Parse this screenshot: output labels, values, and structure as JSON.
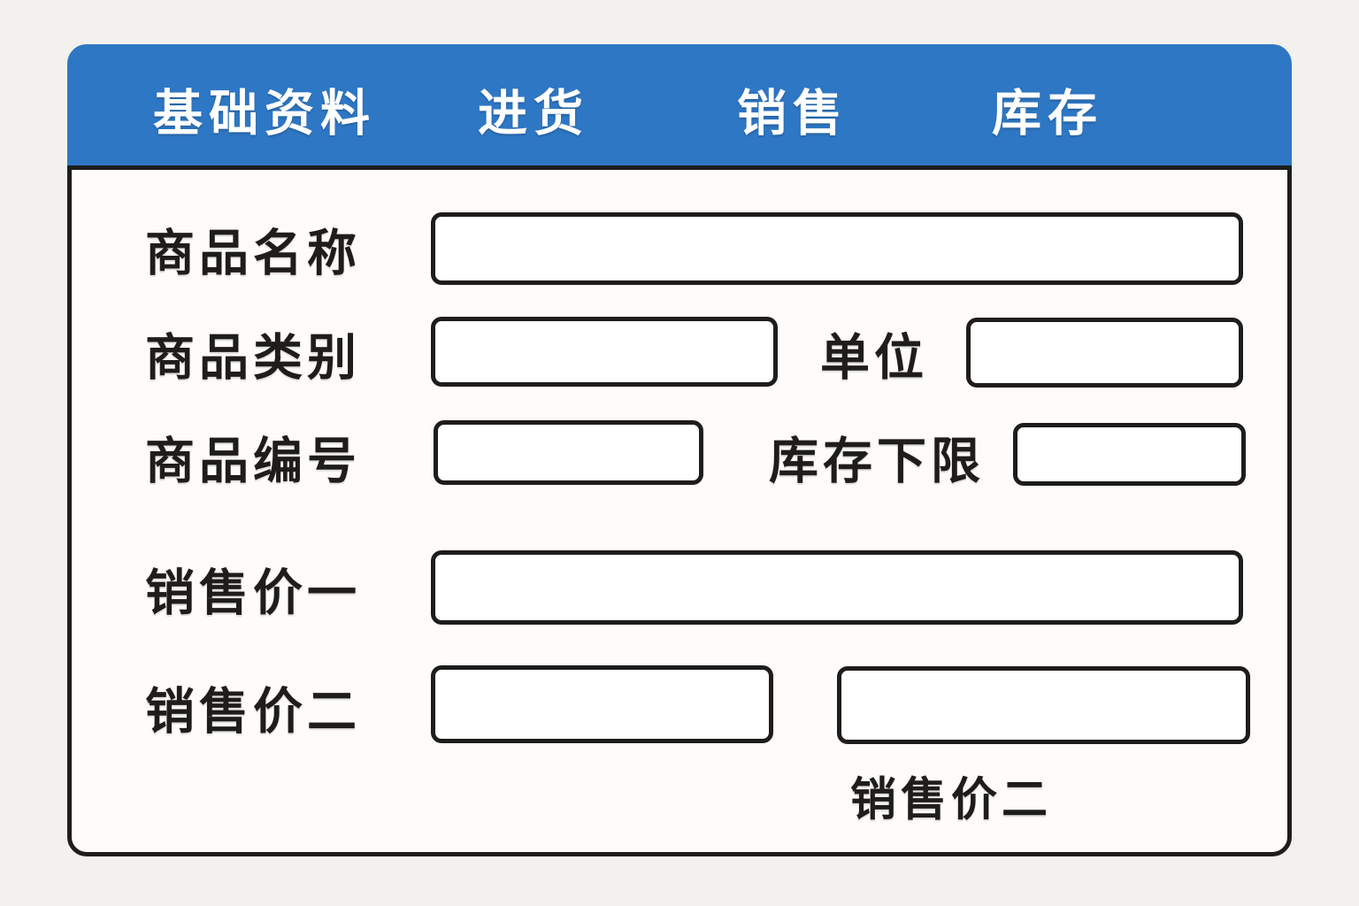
{
  "window": {
    "colors": {
      "page_background": "#f3f1ee",
      "header_blue": "#2e77c4",
      "panel_background": "#fdfcfa",
      "line_color": "#1e1d1b",
      "tab_text": "#ffffff"
    },
    "tabs": [
      {
        "label": "基础资料"
      },
      {
        "label": "进货"
      },
      {
        "label": "销售"
      },
      {
        "label": "库存"
      }
    ]
  },
  "form": {
    "product_name": {
      "label": "商品名称",
      "value": ""
    },
    "product_category": {
      "label": "商品类别",
      "value": ""
    },
    "unit": {
      "label": "单位",
      "value": ""
    },
    "product_code": {
      "label": "商品编号",
      "value": ""
    },
    "stock_lower_limit": {
      "label": "库存下限",
      "value": ""
    },
    "sales_price_1": {
      "label": "销售价一",
      "value": ""
    },
    "sales_price_2": {
      "label": "销售价二",
      "value": "",
      "value_2": ""
    },
    "sales_price_2_caption": "销售价二"
  }
}
